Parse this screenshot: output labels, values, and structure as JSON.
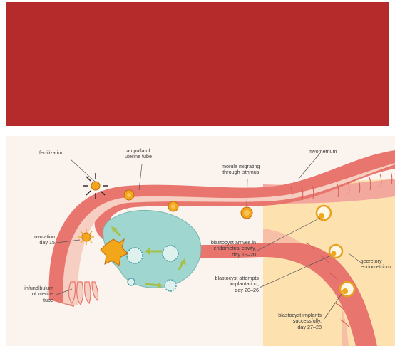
{
  "banner": {
    "color": "#b52a2b"
  },
  "figure": {
    "background": "#fbf3ee",
    "labels": {
      "fertilization": "fertilization",
      "ampulla": [
        "ampulla of",
        "uterine tube"
      ],
      "morula": [
        "morula migrating",
        "through isthmus"
      ],
      "myometrium": "myometrium",
      "ovulation": [
        "ovulation",
        "day 15"
      ],
      "blastocyst_arrives": [
        "blastocyst arrives in",
        "endometrial cavity,",
        "day 19–20"
      ],
      "secretory": [
        "secretory",
        "endometrium"
      ],
      "blastocyst_attempts": [
        "blastocyst attempts",
        "implantation,",
        "day 20–26"
      ],
      "infundibulum": [
        "infundibulum",
        "of uterine",
        "tube"
      ],
      "blastocyst_implants": [
        "blastocyst implants",
        "successfully,",
        "day 27–28"
      ]
    },
    "colors": {
      "tube_wall": "#e8766e",
      "tube_lumen": "#f6cfc2",
      "uterine_cavity": "#fde2b0",
      "endometrium": "#f3a89e",
      "ovary": "#9fd6cf",
      "follicle": "#dff1ee",
      "egg": "#f2a71b",
      "arrow": "#a6c04b",
      "leader_line": "#555555"
    },
    "icons": [
      "egg-cell-icon",
      "sperm-icon",
      "morula-icon",
      "blastocyst-icon",
      "follicle-icon",
      "cycle-arrow-icon"
    ]
  }
}
